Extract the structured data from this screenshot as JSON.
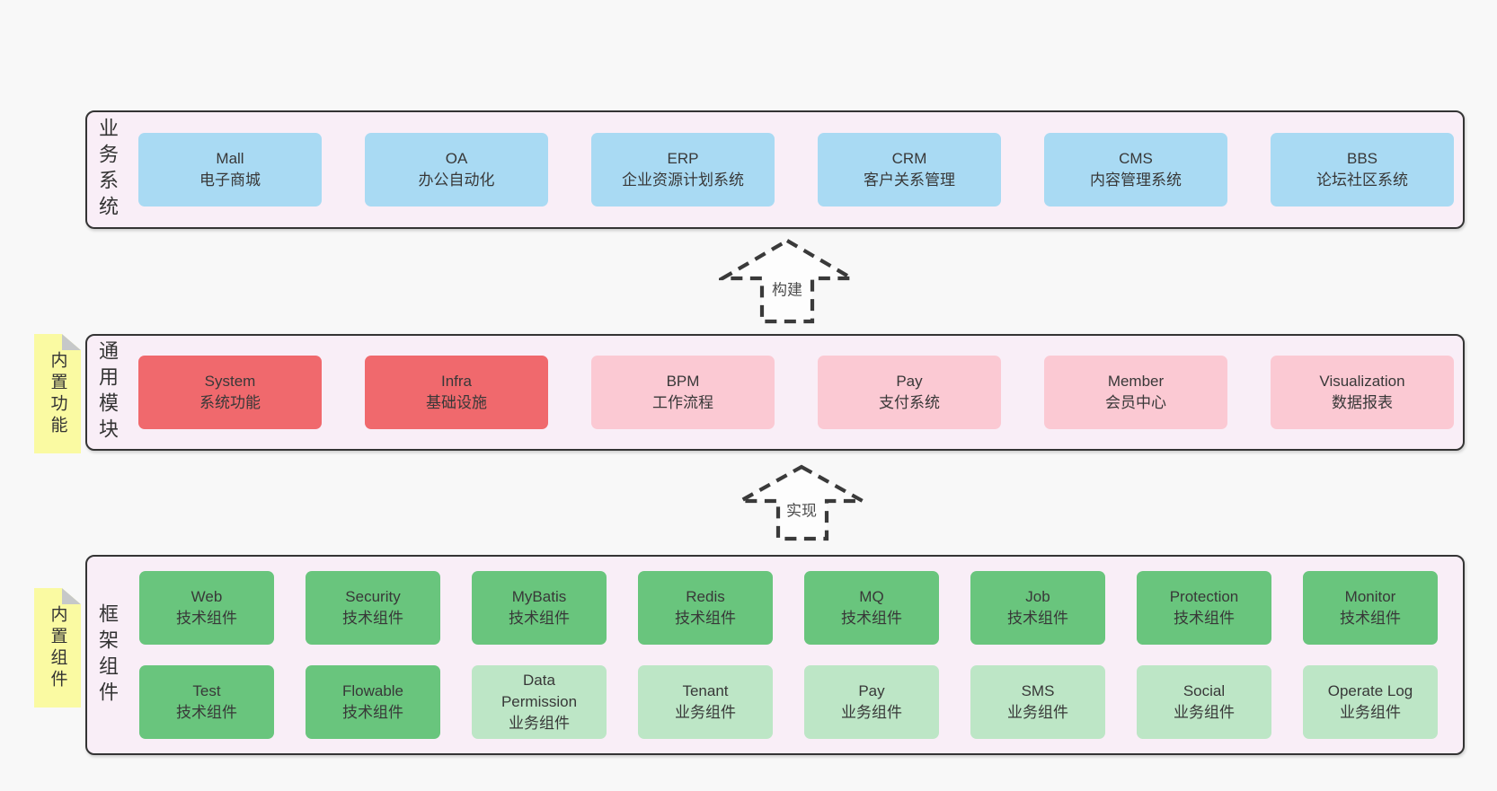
{
  "diagram": {
    "arrows": {
      "build": "构建",
      "implement": "实现"
    },
    "colors": {
      "page_bg": "#f8f8f8",
      "panel_bg": "#f9eef7",
      "panel_border": "#343434",
      "blue": "#a9daf3",
      "red": "#f0696d",
      "pink": "#fbc9d3",
      "green": "#69c57d",
      "green_light": "#bde6c6",
      "sticky_yellow": "#fafaa2",
      "fold_gray": "#c6c8c9"
    },
    "panels": {
      "business": {
        "side_label": "业务系统",
        "boxes": [
          {
            "name": "Mall",
            "desc": "电子商城"
          },
          {
            "name": "OA",
            "desc": "办公自动化"
          },
          {
            "name": "ERP",
            "desc": "企业资源计划系统"
          },
          {
            "name": "CRM",
            "desc": "客户关系管理"
          },
          {
            "name": "CMS",
            "desc": "内容管理系统"
          },
          {
            "name": "BBS",
            "desc": "论坛社区系统"
          }
        ]
      },
      "modules": {
        "side_label": "通用模块",
        "sticky": "内置功能",
        "boxes": [
          {
            "name": "System",
            "desc": "系统功能"
          },
          {
            "name": "Infra",
            "desc": "基础设施"
          },
          {
            "name": "BPM",
            "desc": "工作流程"
          },
          {
            "name": "Pay",
            "desc": "支付系统"
          },
          {
            "name": "Member",
            "desc": "会员中心"
          },
          {
            "name": "Visualization",
            "desc": "数据报表"
          }
        ]
      },
      "components": {
        "side_label": "框架组件",
        "sticky": "内置组件",
        "row1": [
          {
            "name": "Web",
            "desc": "技术组件"
          },
          {
            "name": "Security",
            "desc": "技术组件"
          },
          {
            "name": "MyBatis",
            "desc": "技术组件"
          },
          {
            "name": "Redis",
            "desc": "技术组件"
          },
          {
            "name": "MQ",
            "desc": "技术组件"
          },
          {
            "name": "Job",
            "desc": "技术组件"
          },
          {
            "name": "Protection",
            "desc": "技术组件"
          },
          {
            "name": "Monitor",
            "desc": "技术组件"
          }
        ],
        "row2": [
          {
            "name": "Test",
            "desc": "技术组件"
          },
          {
            "name": "Flowable",
            "desc": "技术组件"
          },
          {
            "name": "Data Permission",
            "desc": "业务组件"
          },
          {
            "name": "Tenant",
            "desc": "业务组件"
          },
          {
            "name": "Pay",
            "desc": "业务组件"
          },
          {
            "name": "SMS",
            "desc": "业务组件"
          },
          {
            "name": "Social",
            "desc": "业务组件"
          },
          {
            "name": "Operate Log",
            "desc": "业务组件"
          }
        ]
      }
    }
  }
}
